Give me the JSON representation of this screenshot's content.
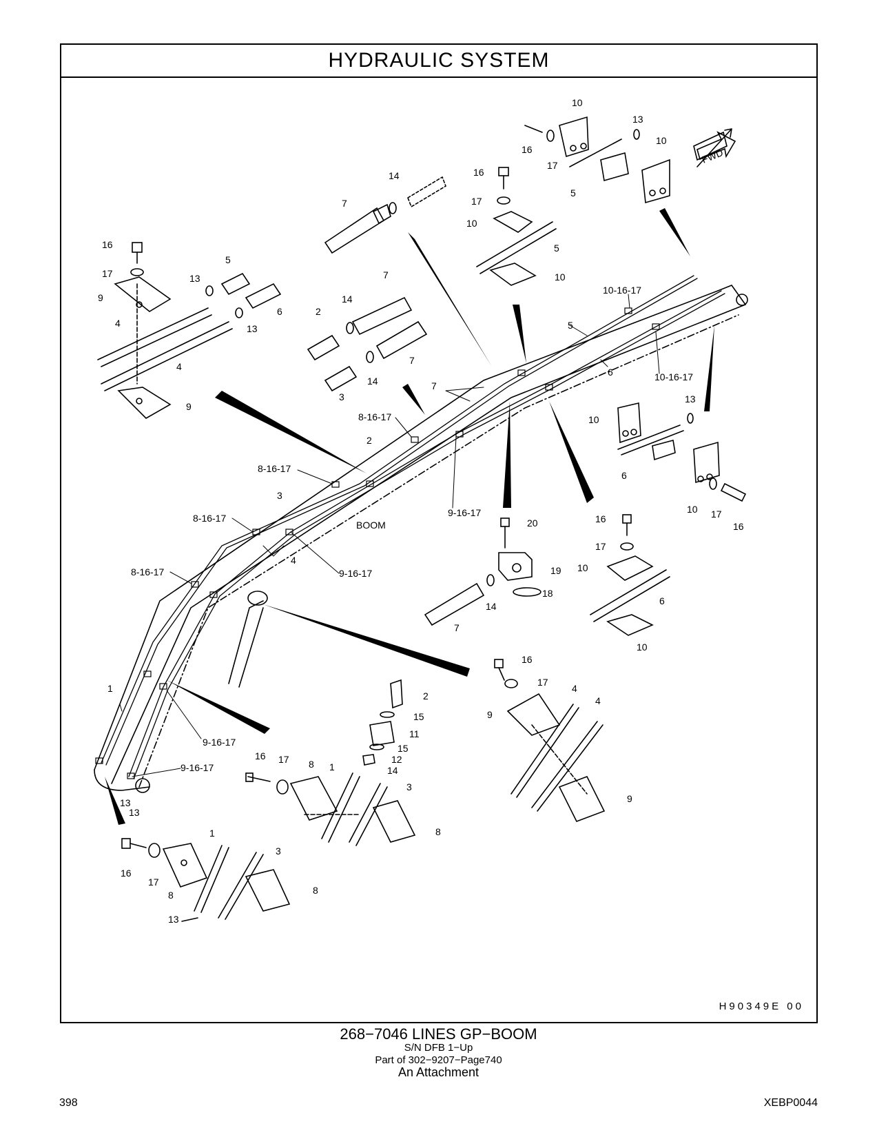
{
  "title": "HYDRAULIC   SYSTEM",
  "drawing_code": "H90349E    00",
  "footer": {
    "part_line": "268−7046    LINES  GP−BOOM",
    "serial": "S/N DFB 1−Up",
    "part_of": "Part of 302−9207−Page740",
    "note": "An Attachment"
  },
  "page_number": "398",
  "document_id": "XEBP0044",
  "diagram": {
    "boom_label": "BOOM",
    "fwd_label": "FWD",
    "callouts": [
      "1",
      "2",
      "3",
      "4",
      "5",
      "6",
      "7",
      "8",
      "9",
      "10",
      "11",
      "12",
      "13",
      "14",
      "15",
      "16",
      "17",
      "18",
      "19",
      "20",
      "8-16-17",
      "9-16-17",
      "10-16-17"
    ]
  }
}
